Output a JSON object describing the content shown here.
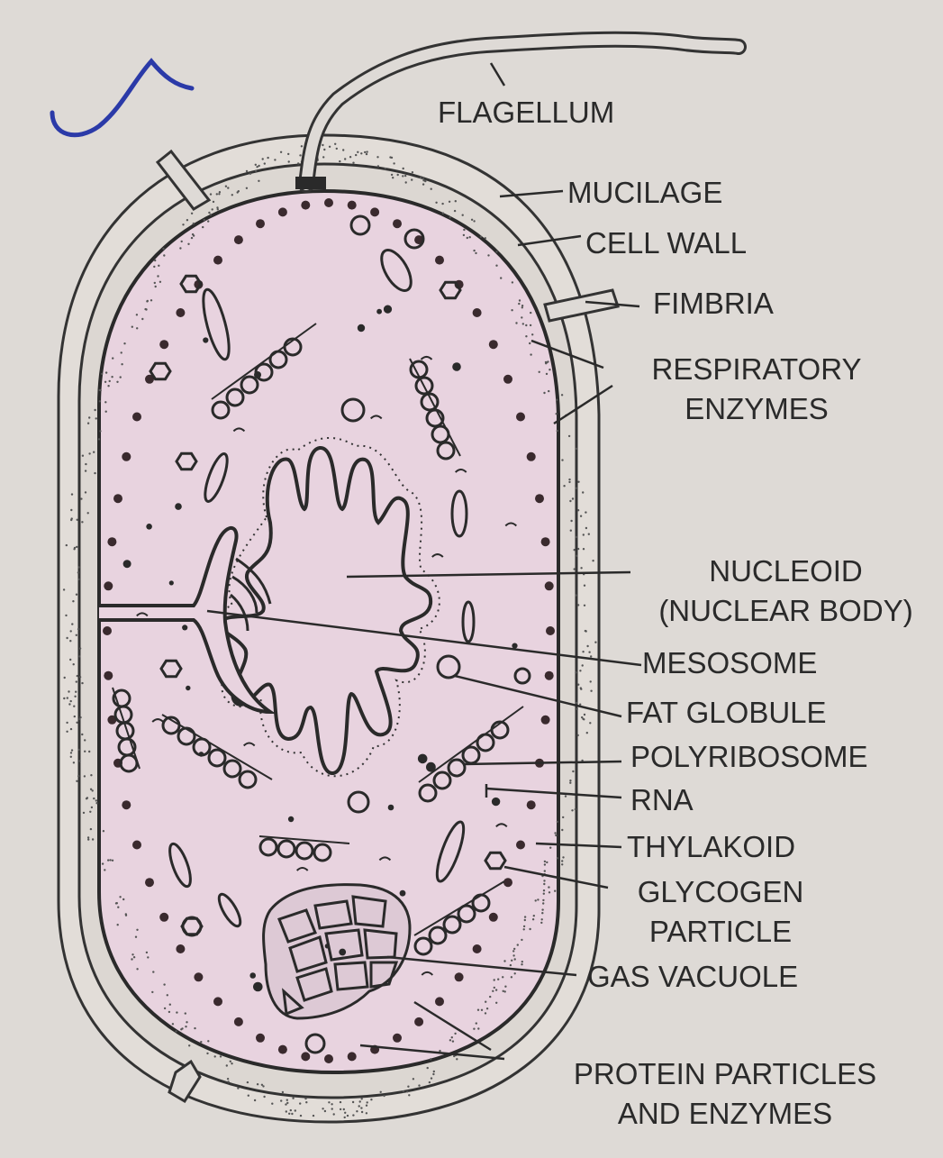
{
  "diagram": {
    "labels": {
      "flagellum": "FLAGELLUM",
      "mucilage": "MUCILAGE",
      "cell_wall": "CELL WALL",
      "fimbria": "FIMBRIA",
      "respiratory_1": "RESPIRATORY",
      "respiratory_2": "ENZYMES",
      "nucleoid_1": "NUCLEOID",
      "nucleoid_2": "(NUCLEAR BODY)",
      "mesosome": "MESOSOME",
      "fat_globule": "FAT GLOBULE",
      "polyribosome": "POLYRIBOSOME",
      "rna": "RNA",
      "thylakoid": "THYLAKOID",
      "glycogen_1": "GLYCOGEN",
      "glycogen_2": "PARTICLE",
      "gas_vacuole": "GAS VACUOLE",
      "protein_1": "PROTEIN PARTICLES",
      "protein_2": "AND ENZYMES"
    },
    "colors": {
      "paper": "#dedad6",
      "cytoplasm": "#e8d3df",
      "ink": "#2a2a2a",
      "pen_mark": "#2b3aa8"
    },
    "pen_mark": "check-mark"
  }
}
